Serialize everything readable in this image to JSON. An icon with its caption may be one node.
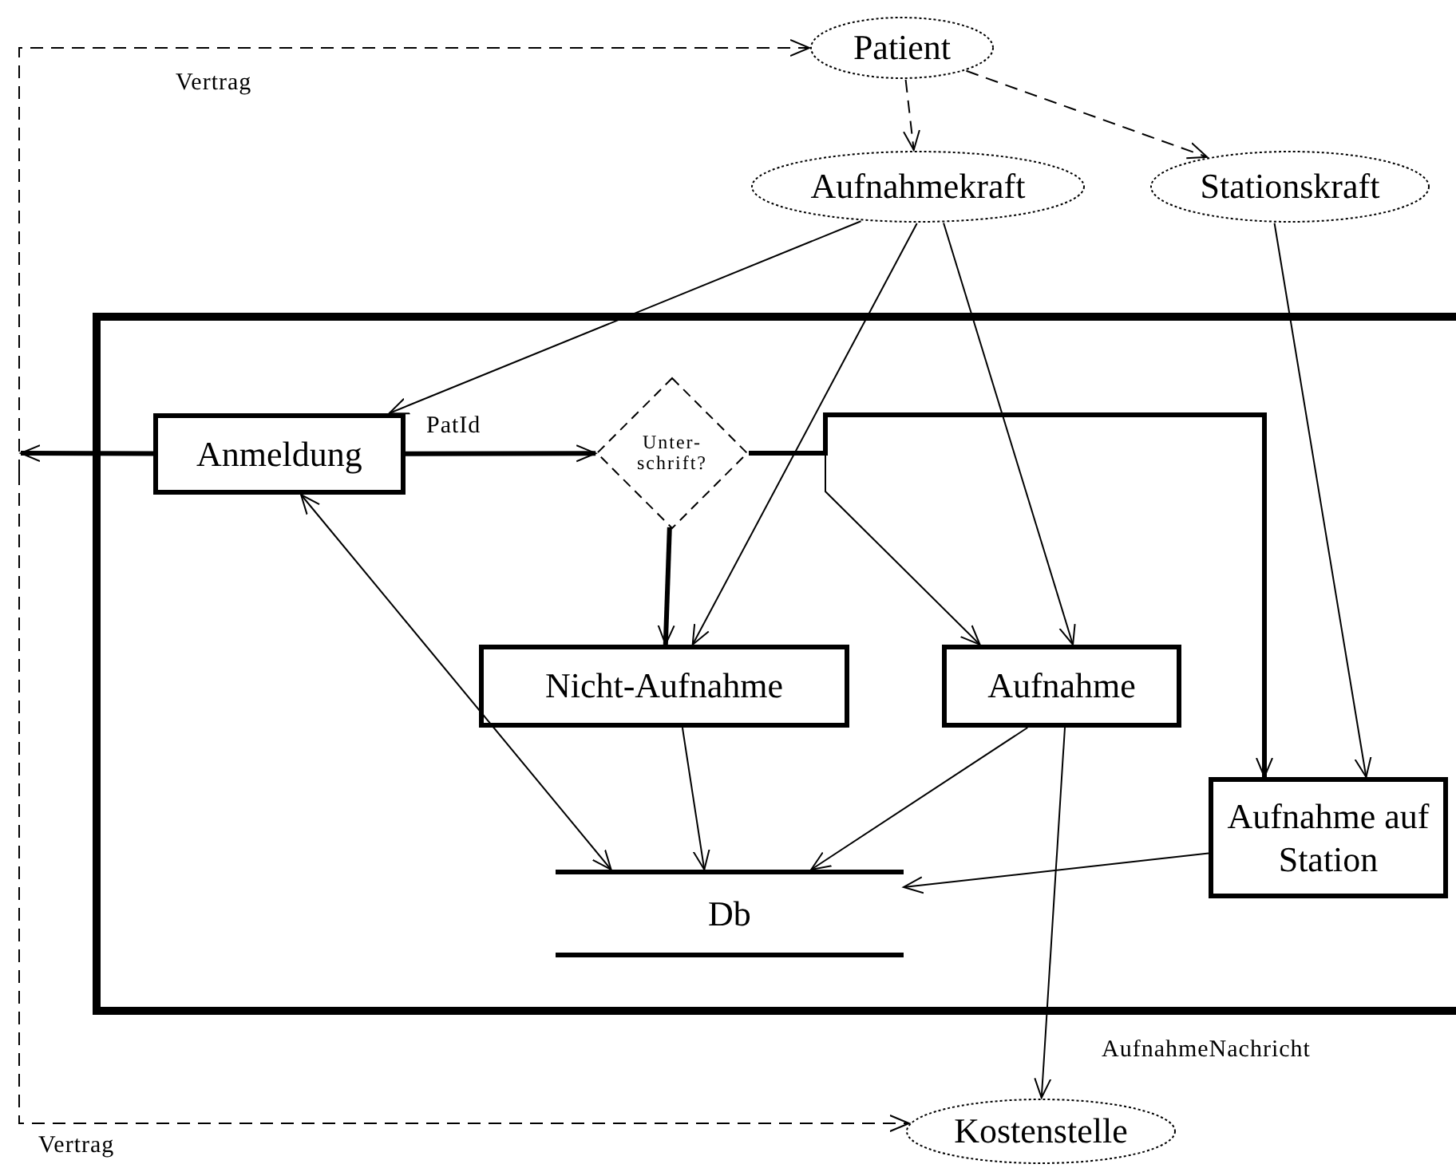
{
  "diagram": {
    "nodes": [
      {
        "text": [
          "Patient"
        ]
      },
      {
        "text": [
          "Aufnahmekraft"
        ]
      },
      {
        "text": [
          "Stationskraft"
        ]
      },
      {
        "text": [],
        "shape": "box"
      },
      {
        "text": [
          "Anmeldung"
        ],
        "in": 3
      },
      {
        "text": [
          "Unter- schrift?"
        ],
        "in": 3
      },
      {
        "text": [
          "Nicht-Aufnahme"
        ],
        "in": 3
      },
      {
        "text": [
          "Aufnahme"
        ],
        "in": 3
      },
      {
        "text": [
          "Aufnahme auf Station"
        ],
        "in": 3
      },
      {
        "text": [
          "Db"
        ],
        "in": 3
      },
      {
        "text": [
          "Kostenstelle"
        ]
      }
    ],
    "edges": [
      {
        "from": null,
        "to": 0,
        "arrow": "to",
        "style": "dashed",
        "label": "Vertrag"
      },
      {
        "from": null,
        "to": 10,
        "arrow": "to",
        "style": "dashed",
        "label": "Vertrag"
      },
      {
        "from": 0,
        "to": 1,
        "arrow": "to",
        "style": "dashed"
      },
      {
        "from": 0,
        "to": 2,
        "arrow": "to",
        "style": "dashed"
      },
      {
        "from": 1,
        "to": 4,
        "arrow": "to"
      },
      {
        "from": 1,
        "to": 6,
        "arrow": "to"
      },
      {
        "from": 1,
        "to": 7,
        "arrow": "to"
      },
      {
        "from": 2,
        "to": 8,
        "arrow": "to"
      },
      {
        "from": 4,
        "to": null,
        "arrow": "to",
        "style": "thick"
      },
      {
        "from": 4,
        "to": 5,
        "arrow": "to",
        "style": "thick",
        "label": "PatId"
      },
      {
        "from": 5,
        "to": 6,
        "arrow": "to",
        "style": "thick"
      },
      {
        "from": 5,
        "to": 8,
        "arrow": "to",
        "style": "thick"
      },
      {
        "from": 5,
        "to": 7,
        "arrow": "to"
      },
      {
        "from": 4,
        "to": 9,
        "arrow": "both"
      },
      {
        "from": 6,
        "to": 9,
        "arrow": "to"
      },
      {
        "from": 7,
        "to": 9,
        "arrow": "to"
      },
      {
        "from": 8,
        "to": 9,
        "arrow": "to"
      },
      {
        "from": 7,
        "to": 10,
        "arrow": "to",
        "label": "AufnahmeNachricht"
      }
    ]
  }
}
